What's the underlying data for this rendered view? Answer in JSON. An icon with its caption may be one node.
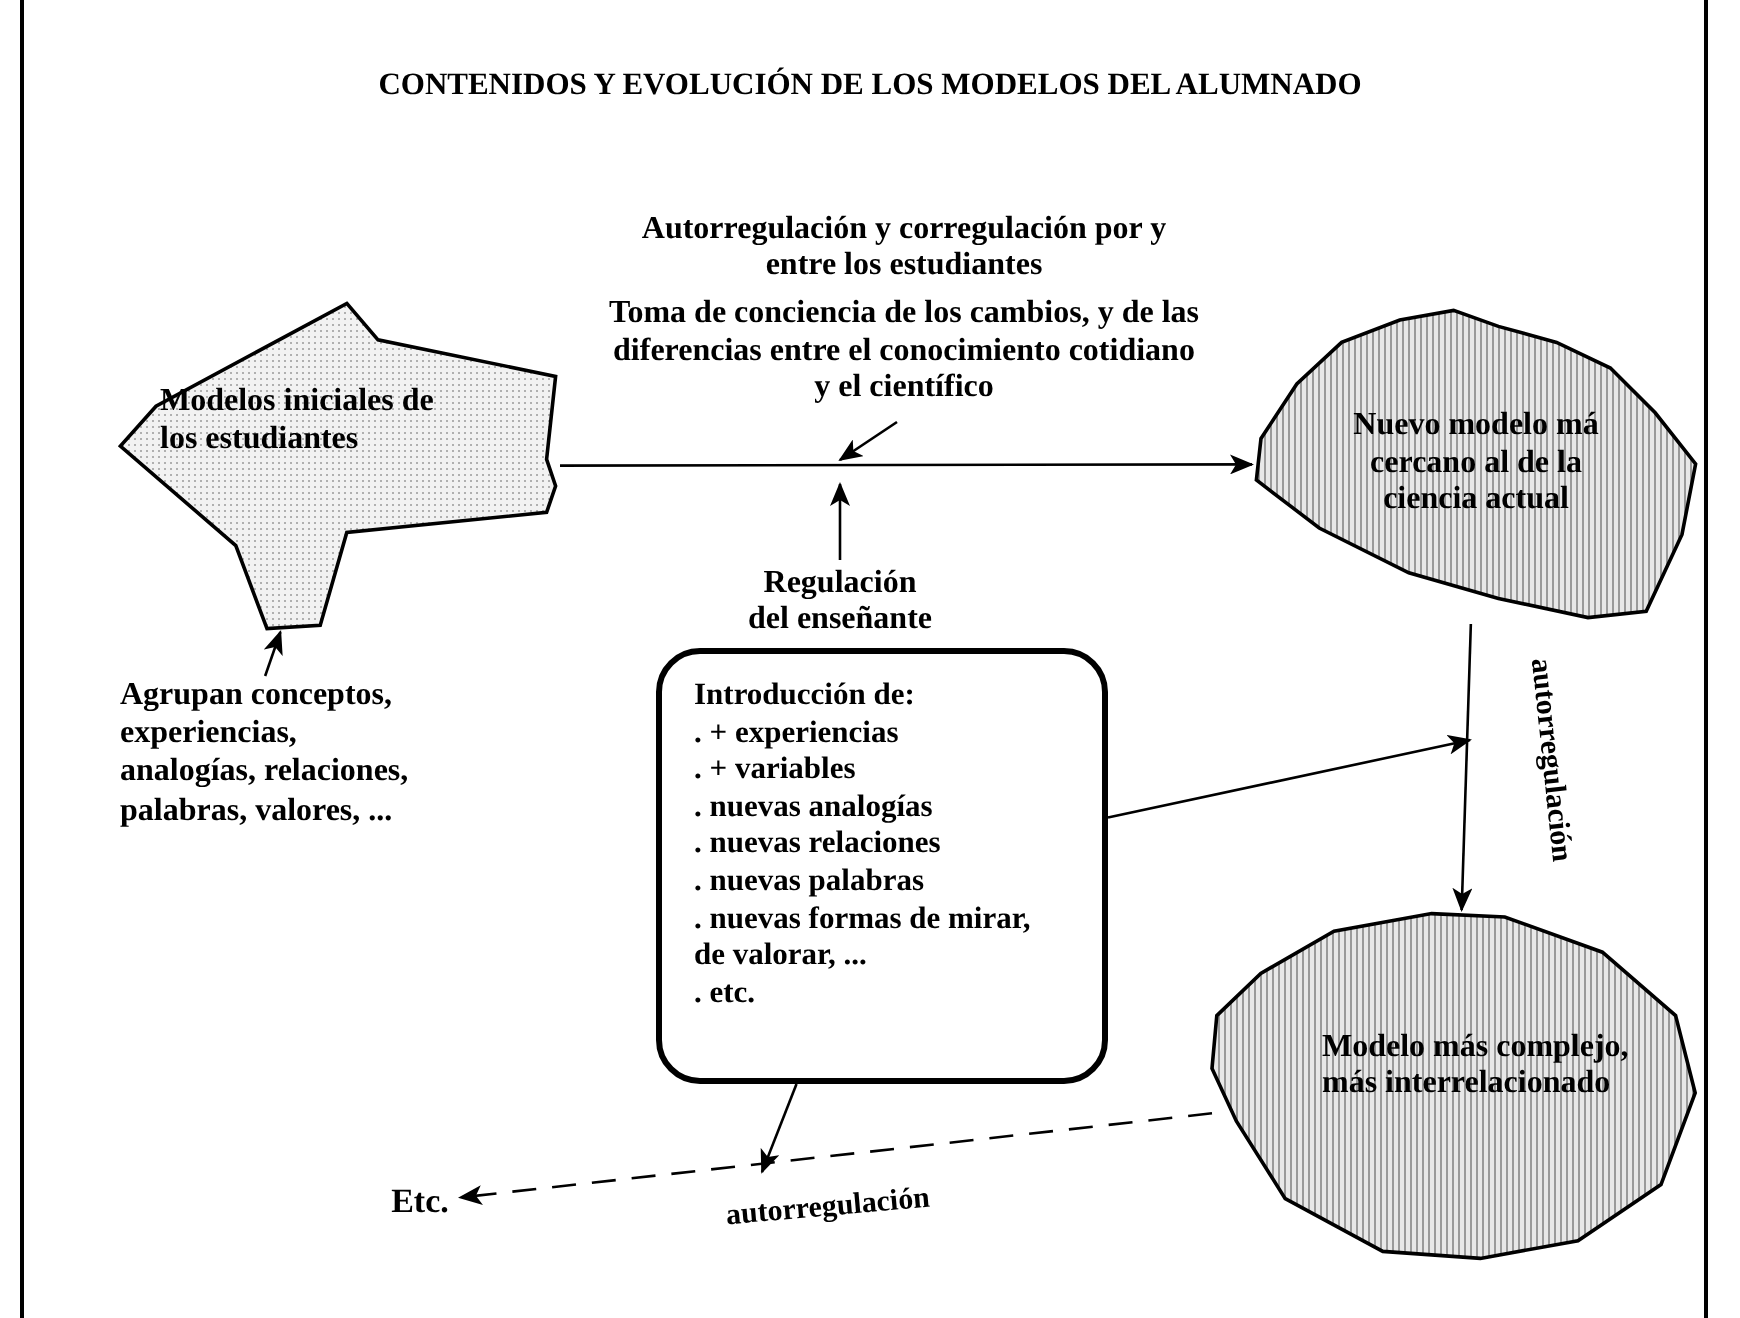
{
  "diagram": {
    "title": "CONTENIDOS Y EVOLUCIÓN DE LOS MODELOS DEL ALUMNADO",
    "nodes": [
      {
        "text": [
          "Modelos iniciales de los estudiantes"
        ]
      },
      {
        "text": [
          "Nuevo modelo má cercano al de la ciencia actual"
        ]
      },
      {
        "text": [
          "Modelo más complejo, más interrelacionado"
        ]
      },
      {
        "text": [
          "Agrupan conceptos, experiencias, analogías, relaciones, palabras, valores, ..."
        ]
      },
      {
        "text": [
          "Autorregulación y corregulación por y entre los estudiantes",
          "Toma de conciencia de los cambios, y de las diferencias entre el conocimiento cotidiano y el científico"
        ]
      },
      {
        "text": [
          "Regulación del enseñante"
        ]
      },
      {
        "text": [
          "Introducción de:",
          ". + experiencias",
          ". + variables",
          ". nuevas analogías",
          ". nuevas relaciones",
          ". nuevas palabras",
          ". nuevas formas de mirar, de valorar, ...",
          ". etc."
        ]
      },
      {
        "text": [
          "Etc."
        ]
      }
    ],
    "edges": [
      {
        "from": 0,
        "to": 1,
        "arrow": "to"
      },
      {
        "from": 1,
        "to": 2,
        "arrow": "to",
        "label": "autorregulación"
      },
      {
        "from": 2,
        "to": 7,
        "arrow": "to",
        "label": "autorregulación",
        "style": "dashed"
      },
      {
        "from": 3,
        "to": 0,
        "arrow": "to"
      },
      {
        "from": 4,
        "to": null,
        "arrow": "to"
      },
      {
        "from": 5,
        "to": null,
        "arrow": "to"
      },
      {
        "from": 6,
        "to": null,
        "arrow": "to"
      },
      {
        "from": 6,
        "to": null,
        "arrow": "to"
      }
    ]
  }
}
